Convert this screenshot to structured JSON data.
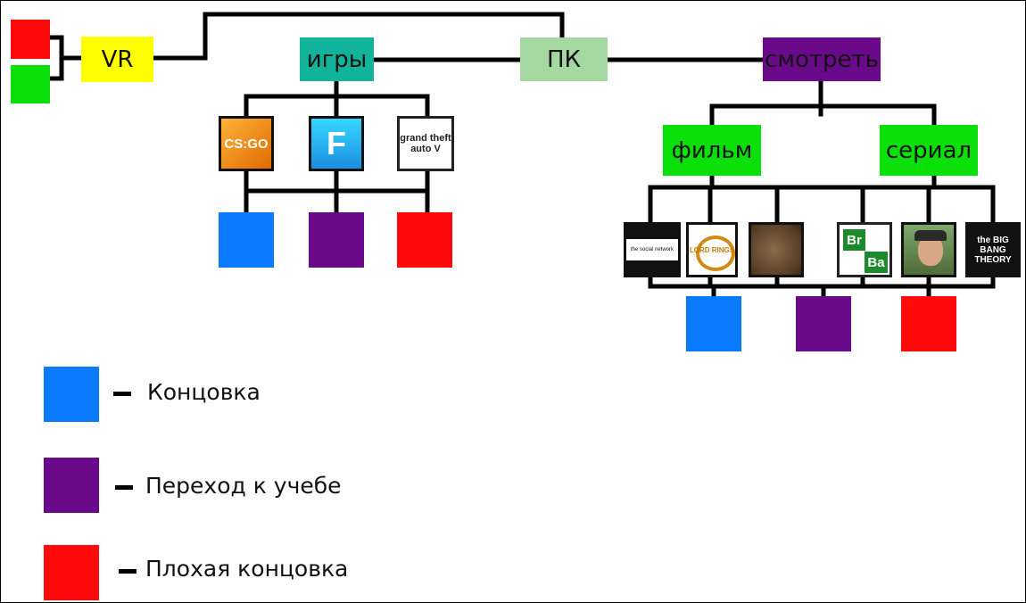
{
  "colors": {
    "ending": "#0a7bff",
    "study": "#6a0a8a",
    "bad": "#ff0a0a",
    "green": "#0be00b",
    "vr": "#ffff00",
    "games": "#12b39b",
    "pc": "#a5d8a0",
    "watch": "#6a0a8a",
    "line": "#000000"
  },
  "nodes": {
    "vr": "VR",
    "games": "игры",
    "pc": "ПК",
    "watch": "смотреть",
    "film": "фильм",
    "series": "сериал"
  },
  "games": [
    {
      "icon": "csgo-icon",
      "text": "CS:GO"
    },
    {
      "icon": "fortnite-icon",
      "text": "F"
    },
    {
      "icon": "gta5-icon",
      "text": "grand theft auto V"
    }
  ],
  "media": [
    {
      "icon": "social-network-poster-icon",
      "text": "the social network"
    },
    {
      "icon": "lord-of-the-rings-poster-icon",
      "text": "LORD RINGS"
    },
    {
      "icon": "gollum-poster-icon",
      "text": ""
    },
    {
      "icon": "breaking-bad-poster-icon",
      "text_a": "Br",
      "text_b": "Ba"
    },
    {
      "icon": "actor-portrait-icon",
      "text": ""
    },
    {
      "icon": "big-bang-theory-poster-icon",
      "text": "the BIG BANG THEORY"
    }
  ],
  "legend": [
    {
      "color": "#0a7bff",
      "label": "Концовка"
    },
    {
      "color": "#6a0a8a",
      "label": "Переход к учебе"
    },
    {
      "color": "#ff0a0a",
      "label": "Плохая концовка"
    }
  ]
}
